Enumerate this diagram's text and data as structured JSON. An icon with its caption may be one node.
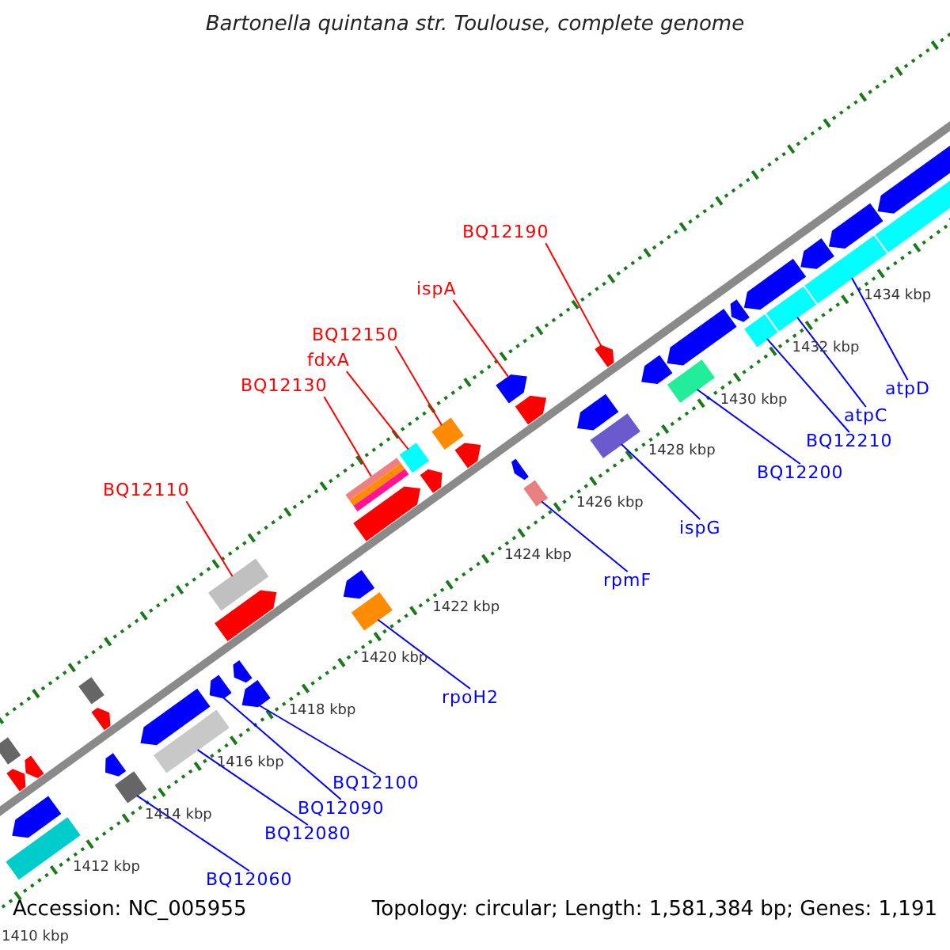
{
  "diagram": {
    "title": "Bartonella quintana str. Toulouse, complete genome",
    "nodes": [
      {
        "text": [
          "BQ12190"
        ]
      },
      {
        "text": [],
        "shape": "bar"
      },
      {
        "text": [
          "ispA"
        ]
      },
      {
        "text": [],
        "shape": "bar"
      },
      {
        "text": [
          "BQ12150"
        ]
      },
      {
        "text": [],
        "shape": "bar"
      },
      {
        "text": [
          "fdxA"
        ]
      },
      {
        "text": [],
        "shape": "bar"
      },
      {
        "text": [
          "BQ12130"
        ]
      },
      {
        "text": [],
        "shape": "bar"
      },
      {
        "text": [
          "BQ12110"
        ]
      },
      {
        "text": [],
        "shape": "bar"
      },
      {
        "text": [
          "atpD"
        ]
      },
      {
        "text": [],
        "shape": "bar"
      },
      {
        "text": [
          "atpC"
        ]
      },
      {
        "text": [],
        "shape": "bar"
      },
      {
        "text": [
          "BQ12210"
        ]
      },
      {
        "text": [],
        "shape": "bar"
      },
      {
        "text": [
          "BQ12200"
        ]
      },
      {
        "text": [],
        "shape": "bar"
      },
      {
        "text": [
          "ispG"
        ]
      },
      {
        "text": [],
        "shape": "bar"
      },
      {
        "text": [
          "rpmF"
        ]
      },
      {
        "text": [],
        "shape": "bar"
      },
      {
        "text": [
          "rpoH2"
        ]
      },
      {
        "text": [],
        "shape": "bar"
      },
      {
        "text": [
          "BQ12100"
        ]
      },
      {
        "text": [],
        "shape": "bar"
      },
      {
        "text": [
          "BQ12090"
        ]
      },
      {
        "text": [],
        "shape": "bar"
      },
      {
        "text": [
          "BQ12080"
        ]
      },
      {
        "text": [],
        "shape": "bar"
      },
      {
        "text": [
          "BQ12060"
        ]
      },
      {
        "text": [],
        "shape": "bar"
      },
      {
        "text": [],
        "shape": "bar"
      },
      {
        "text": [],
        "shape": "bar"
      },
      {
        "text": [],
        "shape": "bar"
      },
      {
        "text": [],
        "shape": "bar"
      },
      {
        "text": [],
        "shape": "bar"
      },
      {
        "text": [],
        "shape": "bar"
      },
      {
        "text": [],
        "shape": "bar"
      },
      {
        "text": [],
        "shape": "bar"
      },
      {
        "text": [],
        "shape": "bar"
      },
      {
        "text": [],
        "shape": "bar"
      },
      {
        "text": [],
        "shape": "bar"
      },
      {
        "text": [],
        "shape": "bar"
      },
      {
        "text": [],
        "shape": "bar"
      },
      {
        "text": [],
        "shape": "bar"
      },
      {
        "text": [],
        "shape": "bar"
      },
      {
        "text": [],
        "shape": "bar"
      },
      {
        "text": [],
        "shape": "bar"
      },
      {
        "text": [],
        "shape": "bar"
      },
      {
        "text": [],
        "shape": "bar"
      },
      {
        "text": [],
        "shape": "bar"
      },
      {
        "text": [],
        "shape": "bar"
      },
      {
        "text": [],
        "shape": "bar"
      },
      {
        "text": [],
        "shape": "bar"
      },
      {
        "text": [],
        "shape": "bar"
      },
      {
        "text": [],
        "shape": "bar"
      },
      {
        "text": [],
        "shape": "bar"
      }
    ],
    "edges": [
      {
        "from": 0,
        "to": 1,
        "arrow": "none",
        "color": "#ff0000"
      },
      {
        "from": 2,
        "to": 3,
        "arrow": "none",
        "color": "#ff0000"
      },
      {
        "from": 4,
        "to": 5,
        "arrow": "none",
        "color": "#ff0000"
      },
      {
        "from": 6,
        "to": 7,
        "arrow": "none",
        "color": "#ff0000"
      },
      {
        "from": 8,
        "to": 9,
        "arrow": "none",
        "color": "#ff0000"
      },
      {
        "from": 10,
        "to": 11,
        "arrow": "none",
        "color": "#ff0000"
      },
      {
        "from": 12,
        "to": 13,
        "arrow": "none"
      },
      {
        "from": 14,
        "to": 15,
        "arrow": "none"
      },
      {
        "from": 16,
        "to": 17,
        "arrow": "none"
      },
      {
        "from": 18,
        "to": 19,
        "arrow": "none"
      },
      {
        "from": 20,
        "to": 21,
        "arrow": "none"
      },
      {
        "from": 22,
        "to": 23,
        "arrow": "none"
      },
      {
        "from": 24,
        "to": 25,
        "arrow": "none"
      },
      {
        "from": 26,
        "to": 27,
        "arrow": "none"
      },
      {
        "from": 28,
        "to": 29,
        "arrow": "none"
      },
      {
        "from": 30,
        "to": 31,
        "arrow": "none"
      },
      {
        "from": 32,
        "to": 33,
        "arrow": "none"
      }
    ],
    "labels": [
      "1434 kbp",
      "1432 kbp",
      "1430 kbp",
      "1428 kbp",
      "1426 kbp",
      "1424 kbp",
      "1422 kbp",
      "1420 kbp",
      "1418 kbp",
      "1416 kbp",
      "1414 kbp",
      "1412 kbp",
      "Accession: NC_005955",
      "Topology: circular; Length: 1,581,384 bp; Genes: 1,191",
      "1410 kbp"
    ]
  }
}
